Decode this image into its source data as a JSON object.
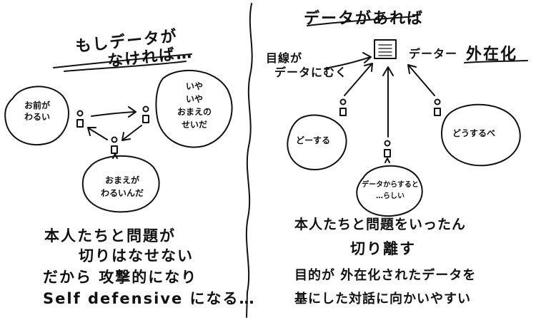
{
  "left_panel": {
    "title_line1": "もしデータが",
    "title_line2": "なければ…",
    "bubble_top_left": [
      "お前が",
      "わるい"
    ],
    "bubble_top_right": [
      "いや",
      "いや",
      "おまえの",
      "せいだ"
    ],
    "bubble_bottom": [
      "おまえが",
      "わるいんだ"
    ],
    "caption": [
      "本人たちと問題が",
      "切りはなせない",
      "だから 攻撃的になり",
      "Self defensive になる…"
    ]
  },
  "right_panel": {
    "title": "データがあれば",
    "gaze_label": [
      "目線が",
      "データにむく"
    ],
    "data_label": "データー",
    "externalize_label": "外在化",
    "bubble_left": "どーする",
    "bubble_right": "どうするべ",
    "bubble_bottom": [
      "データからすると",
      "…らしい"
    ],
    "caption": [
      "本人たちと問題をいったん",
      "切り離す",
      "目的が 外在化されたデータを",
      "基にした対話に向かいやすい"
    ]
  }
}
